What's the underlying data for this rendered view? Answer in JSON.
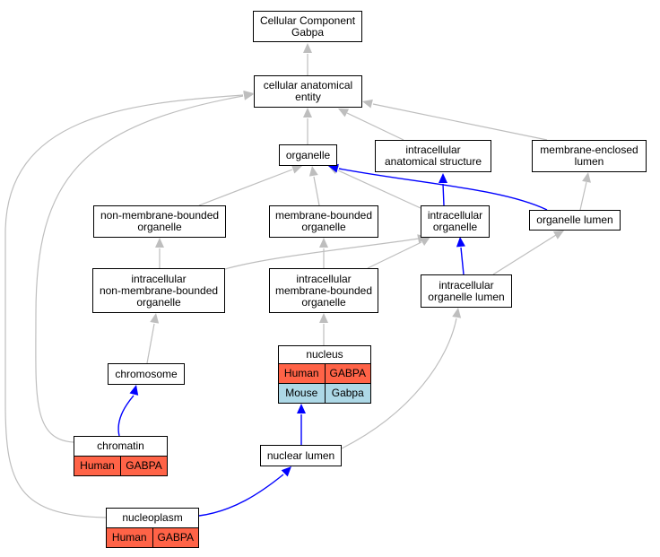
{
  "colors": {
    "is_a_edge": "#bebebe",
    "part_of_edge": "#0000ff",
    "human": "#ff6347",
    "mouse": "#add8e6"
  },
  "nodes": {
    "root": {
      "lines": [
        "Cellular Component",
        "Gabpa"
      ]
    },
    "cae": {
      "lines": [
        "cellular anatomical",
        "entity"
      ]
    },
    "organelle": {
      "lines": [
        "organelle"
      ]
    },
    "ias": {
      "lines": [
        "intracellular",
        "anatomical structure"
      ]
    },
    "mel": {
      "lines": [
        "membrane-enclosed",
        "lumen"
      ]
    },
    "nmbo": {
      "lines": [
        "non-membrane-bounded",
        "organelle"
      ]
    },
    "mbo": {
      "lines": [
        "membrane-bounded",
        "organelle"
      ]
    },
    "io": {
      "lines": [
        "intracellular",
        "organelle"
      ]
    },
    "ol": {
      "lines": [
        "organelle lumen"
      ]
    },
    "inmbo": {
      "lines": [
        "intracellular",
        "non-membrane-bounded",
        "organelle"
      ]
    },
    "imbo": {
      "lines": [
        "intracellular",
        "membrane-bounded",
        "organelle"
      ]
    },
    "iol": {
      "lines": [
        "intracellular",
        "organelle lumen"
      ]
    },
    "chromosome": {
      "lines": [
        "chromosome"
      ]
    },
    "nucleus": {
      "lines": [
        "nucleus"
      ],
      "rows": [
        {
          "species": "Human",
          "gene": "GABPA"
        },
        {
          "species": "Mouse",
          "gene": "Gabpa"
        }
      ]
    },
    "chromatin": {
      "lines": [
        "chromatin"
      ],
      "rows": [
        {
          "species": "Human",
          "gene": "GABPA"
        }
      ]
    },
    "nl": {
      "lines": [
        "nuclear lumen"
      ]
    },
    "nucleoplasm": {
      "lines": [
        "nucleoplasm"
      ],
      "rows": [
        {
          "species": "Human",
          "gene": "GABPA"
        }
      ]
    }
  },
  "edges": [
    {
      "from": "cae",
      "to": "root",
      "type": "is_a"
    },
    {
      "from": "organelle",
      "to": "cae",
      "type": "is_a"
    },
    {
      "from": "ias",
      "to": "cae",
      "type": "is_a"
    },
    {
      "from": "mel",
      "to": "cae",
      "type": "is_a"
    },
    {
      "from": "nmbo",
      "to": "organelle",
      "type": "is_a"
    },
    {
      "from": "mbo",
      "to": "organelle",
      "type": "is_a"
    },
    {
      "from": "io",
      "to": "organelle",
      "type": "is_a"
    },
    {
      "from": "io",
      "to": "ias",
      "type": "part_of"
    },
    {
      "from": "ol",
      "to": "organelle",
      "type": "part_of"
    },
    {
      "from": "ol",
      "to": "mel",
      "type": "is_a"
    },
    {
      "from": "inmbo",
      "to": "nmbo",
      "type": "is_a"
    },
    {
      "from": "inmbo",
      "to": "io",
      "type": "is_a"
    },
    {
      "from": "imbo",
      "to": "mbo",
      "type": "is_a"
    },
    {
      "from": "imbo",
      "to": "io",
      "type": "is_a"
    },
    {
      "from": "iol",
      "to": "io",
      "type": "part_of"
    },
    {
      "from": "iol",
      "to": "ol",
      "type": "is_a"
    },
    {
      "from": "chromosome",
      "to": "inmbo",
      "type": "is_a"
    },
    {
      "from": "nucleus",
      "to": "imbo",
      "type": "is_a"
    },
    {
      "from": "chromatin",
      "to": "chromosome",
      "type": "part_of"
    },
    {
      "from": "chromatin",
      "to": "cae",
      "type": "is_a"
    },
    {
      "from": "nl",
      "to": "nucleus",
      "type": "part_of"
    },
    {
      "from": "nl",
      "to": "iol",
      "type": "is_a"
    },
    {
      "from": "nucleoplasm",
      "to": "nl",
      "type": "part_of"
    },
    {
      "from": "nucleoplasm",
      "to": "cae",
      "type": "is_a"
    }
  ]
}
